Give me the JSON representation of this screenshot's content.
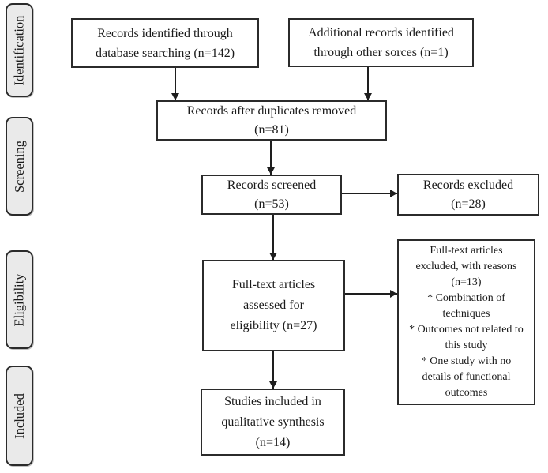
{
  "figure": {
    "type": "prisma-flow-diagram",
    "background": "#ffffff",
    "box_border_color": "#2b2b2b",
    "stage_fill_color": "#eaeaea",
    "text_color": "#1b1b1b"
  },
  "stages": [
    {
      "id": "identification",
      "label": "Identification"
    },
    {
      "id": "screening",
      "label": "Screening"
    },
    {
      "id": "eligibility",
      "label": "Eligibility"
    },
    {
      "id": "included",
      "label": "Included"
    }
  ],
  "boxes": [
    {
      "id": "records-identified",
      "text": "Records identified through\ndatabase searching (n=142)"
    },
    {
      "id": "additional-records",
      "text": "Additional records identified\nthrough other sorces (n=1)"
    },
    {
      "id": "after-duplicates",
      "text": "Records after duplicates removed\n(n=81)"
    },
    {
      "id": "records-screened",
      "text": "Records screened\n(n=53)"
    },
    {
      "id": "records-excluded",
      "text": "Records excluded\n(n=28)"
    },
    {
      "id": "fulltext-assessed",
      "text": "Full-text articles\nassessed for\neligibility (n=27)"
    },
    {
      "id": "fulltext-excluded",
      "text": "Full-text articles\nexcluded, with reasons\n(n=13)\n* Combination of\ntechniques\n* Outcomes not related to\nthis study\n* One study with no\ndetails of functional\noutcomes"
    },
    {
      "id": "studies-included",
      "text": "Studies included in\nqualitative synthesis\n(n=14)"
    }
  ],
  "connections": [
    {
      "from": "records-identified",
      "to": "after-duplicates"
    },
    {
      "from": "additional-records",
      "to": "after-duplicates"
    },
    {
      "from": "after-duplicates",
      "to": "records-screened"
    },
    {
      "from": "records-screened",
      "to": "records-excluded"
    },
    {
      "from": "records-screened",
      "to": "fulltext-assessed"
    },
    {
      "from": "fulltext-assessed",
      "to": "fulltext-excluded"
    },
    {
      "from": "fulltext-assessed",
      "to": "studies-included"
    }
  ]
}
